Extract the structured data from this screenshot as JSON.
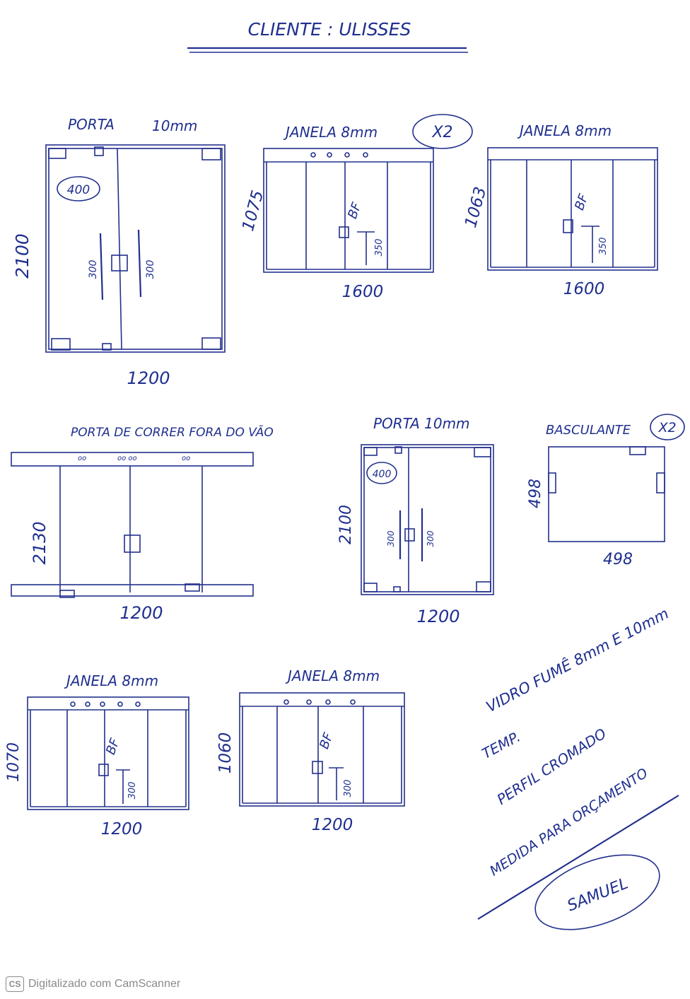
{
  "header": {
    "title": "CLIENTE : ULISSES"
  },
  "drawings": {
    "porta1": {
      "label": "PORTA",
      "spec": "10mm",
      "tag": "400",
      "height": "2100",
      "width": "1200",
      "handle_left": "300",
      "handle_right": "300"
    },
    "janela1": {
      "label": "JANELA 8mm",
      "qty": "X2",
      "height": "1075",
      "width": "1600",
      "lock": "BF",
      "lock_height": "350"
    },
    "janela2": {
      "label": "JANELA 8mm",
      "height": "1063",
      "width": "1600",
      "lock": "BF",
      "lock_height": "350"
    },
    "porta_correr": {
      "label": "PORTA DE CORRER FORA DO VÃO",
      "height": "2130",
      "width": "1200"
    },
    "porta2": {
      "label": "PORTA 10mm",
      "tag": "400",
      "height": "2100",
      "width": "1200",
      "handle_left": "300",
      "handle_right": "300"
    },
    "basculante": {
      "label": "BASCULANTE",
      "qty": "X2",
      "height": "498",
      "width": "498"
    },
    "janela3": {
      "label": "JANELA 8mm",
      "height": "1070",
      "width": "1200",
      "lock": "BF",
      "lock_height": "300"
    },
    "janela4": {
      "label": "JANELA 8mm",
      "height": "1060",
      "width": "1200",
      "lock": "BF",
      "lock_height": "300"
    }
  },
  "notes": {
    "line1": "VIDRO FUMÊ 8mm E 10mm",
    "line2": "TEMP.",
    "line3": "PERFIL CROMADO",
    "line4": "MEDIDA PARA ORÇAMENTO",
    "signature": "SAMUEL"
  },
  "footer": {
    "logo": "CS",
    "text": "Digitalizado com CamScanner"
  },
  "colors": {
    "ink": "#1f2f8f",
    "paper": "#ffffff",
    "footer_text": "#8a8a8a"
  }
}
